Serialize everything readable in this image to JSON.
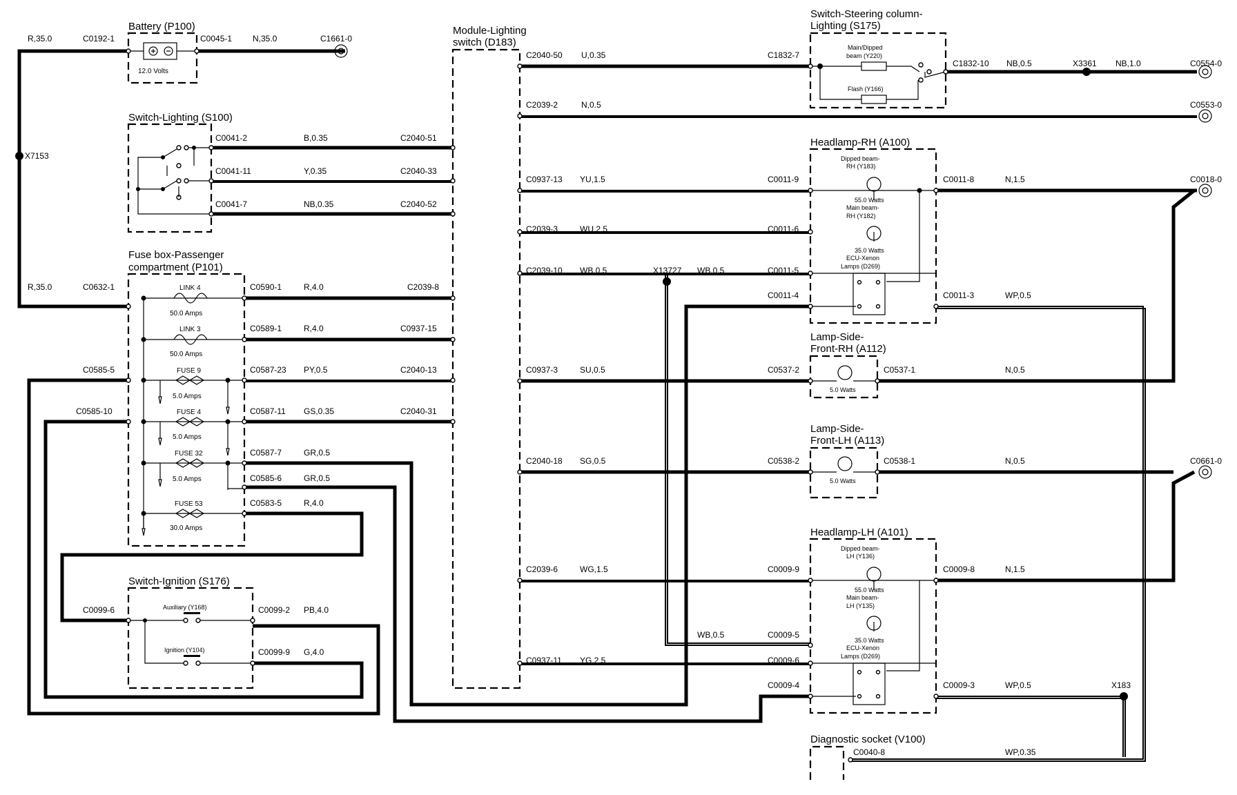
{
  "components": {
    "battery": {
      "title": "Battery (P100)",
      "rating": "12.0 Volts"
    },
    "switch_lighting": {
      "title": "Switch-Lighting (S100)"
    },
    "fuse_box": {
      "title_line1": "Fuse box-Passenger",
      "title_line2": "compartment (P101)"
    },
    "switch_ignition": {
      "title": "Switch-Ignition (S176)",
      "aux": "Auxiliary (Y168)",
      "ign": "Ignition (Y104)"
    },
    "module_lighting": {
      "title_line1": "Module-Lighting",
      "title_line2": "switch (D183)"
    },
    "switch_steering": {
      "title_line1": "Switch-Steering column-",
      "title_line2": "Lighting (S175)",
      "main": "Main/Dipped",
      "main2": "beam (Y220)",
      "flash": "Flash (Y166)"
    },
    "headlamp_rh": {
      "title": "Headlamp-RH (A100)",
      "dipped1": "Dipped beam-",
      "dipped2": "RH (Y183)",
      "w1": "55.0 Watts",
      "main1": "Main beam-",
      "main2": "RH (Y182)",
      "w2": "35.0 Watts",
      "ecu1": "ECU-Xenon",
      "ecu2": "Lamps (D269)"
    },
    "lamp_side_rh": {
      "title1": "Lamp-Side-",
      "title2": "Front-RH (A112)",
      "w": "5.0 Watts"
    },
    "lamp_side_lh": {
      "title1": "Lamp-Side-",
      "title2": "Front-LH (A113)",
      "w": "5.0 Watts"
    },
    "headlamp_lh": {
      "title": "Headlamp-LH (A101)",
      "dipped1": "Dipped beam-",
      "dipped2": "LH (Y136)",
      "w1": "55.0 Watts",
      "main1": "Main beam-",
      "main2": "LH (Y135)",
      "w2": "35.0 Watts",
      "ecu1": "ECU-Xenon",
      "ecu2": "Lamps (D269)"
    },
    "diagnostic": {
      "title": "Diagnostic socket (V100)"
    }
  },
  "fuses": [
    {
      "name": "LINK 4",
      "rating": "50.0 Amps"
    },
    {
      "name": "LINK 3",
      "rating": "50.0 Amps"
    },
    {
      "name": "FUSE 9",
      "rating": "5.0 Amps"
    },
    {
      "name": "FUSE 4",
      "rating": "5.0 Amps"
    },
    {
      "name": "FUSE 32",
      "rating": "5.0 Amps"
    },
    {
      "name": "FUSE 53",
      "rating": "30.0 Amps"
    }
  ],
  "labels": {
    "r35a": "R,35.0",
    "c0192": "C0192-1",
    "c0045": "C0045-1",
    "n35": "N,35.0",
    "c1661": "C1661-0",
    "x7153": "X7153",
    "c0041_2": "C0041-2",
    "b035": "B,0.35",
    "c2040_51": "C2040-51",
    "c0041_11": "C0041-11",
    "y035": "Y,0.35",
    "c2040_33": "C2040-33",
    "c0041_7": "C0041-7",
    "nb035a": "NB,0.35",
    "c2040_52": "C2040-52",
    "r35b": "R,35.0",
    "c0632": "C0632-1",
    "c0590": "C0590-1",
    "r40a": "R,4.0",
    "c2039_8": "C2039-8",
    "c0589": "C0589-1",
    "r40b": "R,4.0",
    "c0937_15": "C0937-15",
    "c0585_5": "C0585-5",
    "c0587_23": "C0587-23",
    "py05": "PY,0.5",
    "c2040_13": "C2040-13",
    "c0585_10": "C0585-10",
    "c0587_11": "C0587-11",
    "gs035": "GS,0.35",
    "c2040_31": "C2040-31",
    "c0587_7": "C0587-7",
    "gr05a": "GR,0.5",
    "c0585_6": "C0585-6",
    "gr05b": "GR,0.5",
    "c0583_5": "C0583-5",
    "r40c": "R,4.0",
    "c0099_6": "C0099-6",
    "c0099_2": "C0099-2",
    "pb40": "PB,4.0",
    "c0099_9": "C0099-9",
    "g40": "G,4.0",
    "c2040_50": "C2040-50",
    "u035": "U,0.35",
    "c1832_7": "C1832-7",
    "c1832_10": "C1832-10",
    "nb05": "NB,0.5",
    "x3361": "X3361",
    "nb10": "NB,1.0",
    "c0554": "C0554-0",
    "c2039_2": "C2039-2",
    "n05a": "N,0.5",
    "c0553": "C0553-0",
    "c0937_13": "C0937-13",
    "yu15": "YU,1.5",
    "c0011_9": "C0011-9",
    "c0011_8": "C0011-8",
    "n15a": "N,1.5",
    "c0018": "C0018-0",
    "c2039_3": "C2039-3",
    "wu25": "WU,2.5",
    "c0011_6": "C0011-6",
    "c2039_10": "C2039-10",
    "wb05a": "WB,0.5",
    "x13727": "X13727",
    "wb05b": "WB,0.5",
    "c0011_5": "C0011-5",
    "c0011_4": "C0011-4",
    "c0011_3": "C0011-3",
    "wp05a": "WP,0.5",
    "c0937_3": "C0937-3",
    "su05": "SU,0.5",
    "c0537_2": "C0537-2",
    "c0537_1": "C0537-1",
    "n05b": "N,0.5",
    "c2040_18": "C2040-18",
    "sg05": "SG,0.5",
    "c0538_2": "C0538-2",
    "c0538_1": "C0538-1",
    "n05c": "N,0.5",
    "c0661": "C0661-0",
    "c2039_6": "C2039-6",
    "wg15": "WG,1.5",
    "c0009_9": "C0009-9",
    "c0009_8": "C0009-8",
    "n15b": "N,1.5",
    "wb05c": "WB,0.5",
    "c0009_5": "C0009-5",
    "c0937_11": "C0937-11",
    "yg25": "YG,2.5",
    "c0009_6": "C0009-6",
    "c0009_4": "C0009-4",
    "c0009_3": "C0009-3",
    "wp05b": "WP,0.5",
    "x183": "X183",
    "c0040_8": "C0040-8",
    "wp035": "WP,0.35"
  }
}
